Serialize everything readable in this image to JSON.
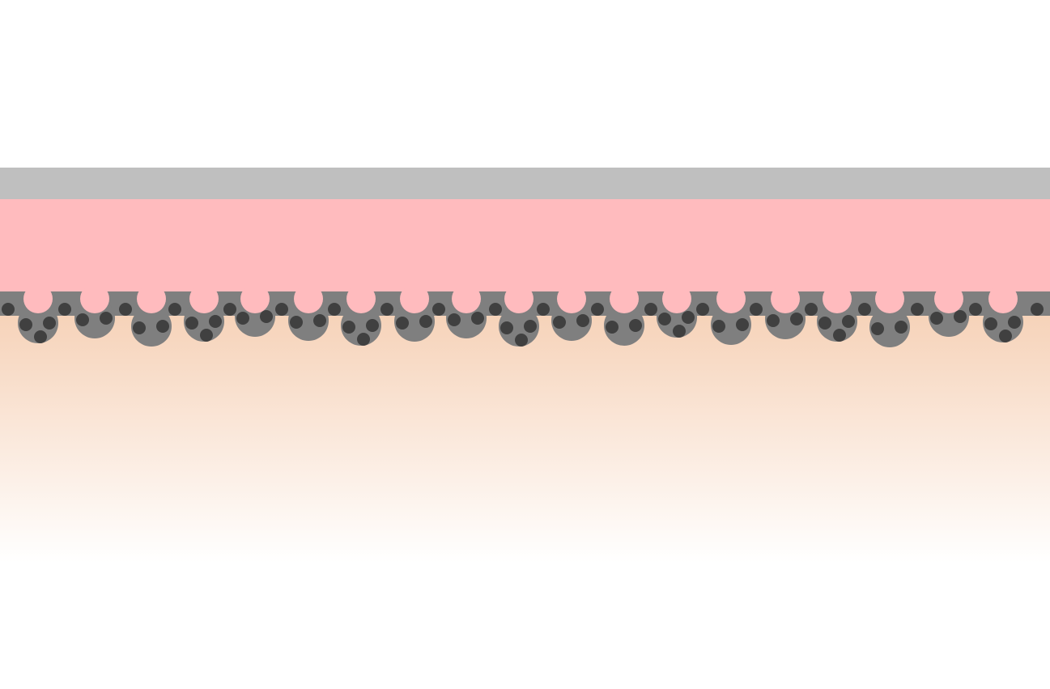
{
  "diagram": {
    "layers": [
      {
        "id": "top-film",
        "label": "",
        "color": "#bfbfbf"
      },
      {
        "id": "pink-layer",
        "label": "",
        "color": "#ffbbbe"
      },
      {
        "id": "interface-layer",
        "label": "",
        "color": "#7f7f7f"
      },
      {
        "id": "substrate-gradient",
        "label": "",
        "color_top": "#f6d2b8",
        "color_bottom": "#ffffff"
      }
    ],
    "particle_color": "#404040",
    "bump_count": 19
  }
}
